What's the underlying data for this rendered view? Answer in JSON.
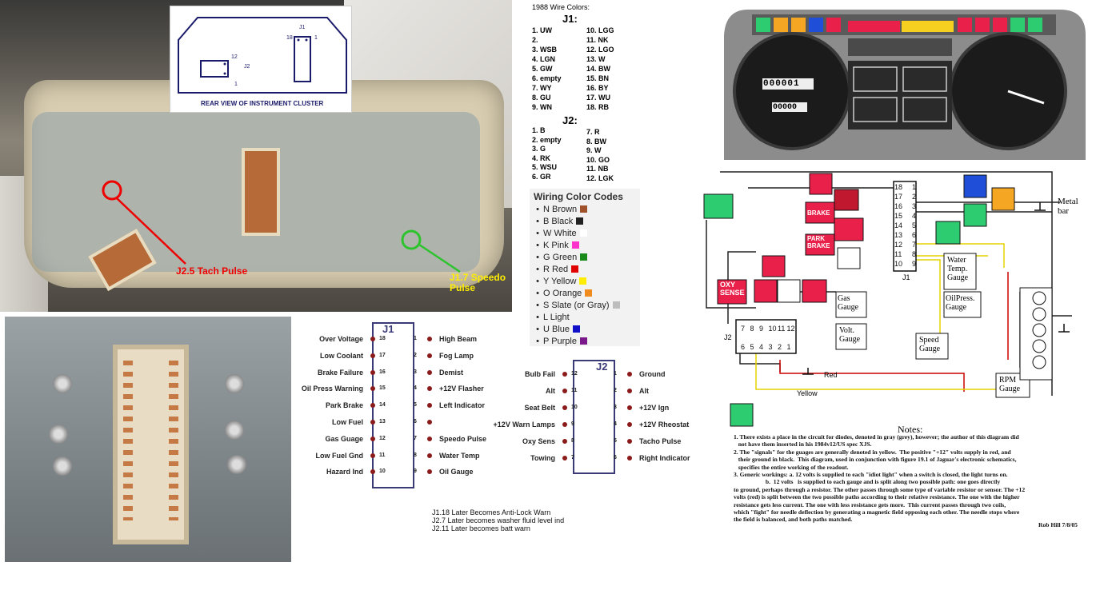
{
  "photo_labels": {
    "tach_pulse": "J2.5 Tach Pulse",
    "speedo_pulse": "J1.7 Speedo Pulse"
  },
  "cluster_inset": {
    "caption": "REAR VIEW OF INSTRUMENT CLUSTER",
    "j1_label": "J1",
    "j1_left": "18",
    "j1_right": "1",
    "j2_label": "J2",
    "j2_top": "12",
    "j2_bottom": "1"
  },
  "wire_colors": {
    "title": "1988 Wire Colors:",
    "j1_title": "J1:",
    "j1_left": [
      "1. UW",
      "2.",
      "3. WSB",
      "4. LGN",
      "5. GW",
      "6. empty",
      "7. WY",
      "8. GU",
      "9. WN"
    ],
    "j1_right": [
      "10. LGG",
      "11. NK",
      "12. LGO",
      "13. W",
      "14. BW",
      "15. BN",
      "16. BY",
      "17. WU",
      "18. RB"
    ],
    "j2_title": "J2:",
    "j2_left": [
      "1. B",
      "2. empty",
      "3. G",
      "4. RK",
      "5. WSU",
      "6. GR"
    ],
    "j2_right": [
      "7.   R",
      "8.   BW",
      "9.   W",
      "10. GO",
      "11. NB",
      "12. LGK"
    ]
  },
  "color_codes": {
    "title": "Wiring Color Codes",
    "items": [
      {
        "label": "N Brown",
        "color": "#a0522d"
      },
      {
        "label": "B Black",
        "color": "#222222"
      },
      {
        "label": "W White",
        "color": "#ffffff"
      },
      {
        "label": "K Pink",
        "color": "#ff33cc"
      },
      {
        "label": "G Green",
        "color": "#1a8a1a"
      },
      {
        "label": "R Red",
        "color": "#e00000"
      },
      {
        "label": "Y Yellow",
        "color": "#ffee00"
      },
      {
        "label": "O Orange",
        "color": "#f08c1e"
      },
      {
        "label": "S Slate (or Gray)",
        "color": "#bdbdbd"
      },
      {
        "label": "L Light",
        "color": "#f2f2f2"
      },
      {
        "label": "U Blue",
        "color": "#1010c8"
      },
      {
        "label": "P Purple",
        "color": "#7a1a8a"
      }
    ]
  },
  "j1_pinout": {
    "title": "J1",
    "left": [
      {
        "pin": "18",
        "label": "Over Voltage"
      },
      {
        "pin": "17",
        "label": "Low Coolant"
      },
      {
        "pin": "16",
        "label": "Brake Failure"
      },
      {
        "pin": "15",
        "label": "Oil Press Warning"
      },
      {
        "pin": "14",
        "label": "Park Brake"
      },
      {
        "pin": "13",
        "label": "Low Fuel"
      },
      {
        "pin": "12",
        "label": "Gas Guage"
      },
      {
        "pin": "11",
        "label": "Low Fuel Gnd"
      },
      {
        "pin": "10",
        "label": "Hazard Ind"
      }
    ],
    "right": [
      {
        "pin": "1",
        "label": "High Beam"
      },
      {
        "pin": "2",
        "label": "Fog Lamp"
      },
      {
        "pin": "3",
        "label": "Demist"
      },
      {
        "pin": "4",
        "label": "+12V Flasher"
      },
      {
        "pin": "5",
        "label": "Left Indicator"
      },
      {
        "pin": "6",
        "label": ""
      },
      {
        "pin": "7",
        "label": "Speedo Pulse"
      },
      {
        "pin": "8",
        "label": "Water Temp"
      },
      {
        "pin": "9",
        "label": "Oil Gauge"
      }
    ]
  },
  "j2_pinout": {
    "title": "J2",
    "left": [
      {
        "pin": "12",
        "label": "Bulb Fail"
      },
      {
        "pin": "11",
        "label": "Alt"
      },
      {
        "pin": "10",
        "label": "Seat Belt"
      },
      {
        "pin": "9",
        "label": "+12V Warn Lamps"
      },
      {
        "pin": "8",
        "label": "Oxy Sens"
      },
      {
        "pin": "7",
        "label": "Towing"
      }
    ],
    "right": [
      {
        "pin": "1",
        "label": "Ground"
      },
      {
        "pin": "2",
        "label": "Alt"
      },
      {
        "pin": "3",
        "label": "+12V Ign"
      },
      {
        "pin": "4",
        "label": "+12V Rheostat"
      },
      {
        "pin": "5",
        "label": "Tacho Pulse"
      },
      {
        "pin": "6",
        "label": "Right Indicator"
      }
    ]
  },
  "later_notes": [
    "J1.18 Later Becomes Anti-Lock Warn",
    "J2.7  Later becomes washer fluid level ind",
    "J2.11 Later becomes batt warn"
  ],
  "schematic": {
    "metal_bar": "Metal\nbar",
    "labels": {
      "brake": "BRAKE",
      "park_brake": "PARK\nBRAKE",
      "oxy_sense": "OXY\nSENSE",
      "gas_gauge": "Gas\nGauge",
      "volt_gauge": "Volt.\nGauge",
      "water_temp": "Water\nTemp.\nGauge",
      "oil_press": "OilPress.\nGauge",
      "speed_gauge": "Speed\nGauge",
      "rpm_gauge": "RPM\nGauge",
      "red": "Red",
      "yellow": "Yellow",
      "j1": "J1",
      "j2": "J2"
    },
    "j1_left_pins": [
      "18",
      "17",
      "16",
      "15",
      "14",
      "13",
      "12",
      "11",
      "10"
    ],
    "j1_right_pins": [
      "1",
      "2",
      "3",
      "4",
      "5",
      "6",
      "7",
      "8",
      "9"
    ],
    "j2_top_pins": [
      "7",
      "8",
      "9",
      "10",
      "11",
      "12"
    ],
    "j2_bottom_pins": [
      "6",
      "5",
      "4",
      "3",
      "2",
      "1"
    ],
    "odometer": "000001",
    "trip": "00000"
  },
  "notes": {
    "title": "Notes:",
    "lines": [
      "1. There exists a place in the circuit for diodes, denoted in gray (grey), however; the author of this diagram did",
      "   not have them inserted in his 1984v12/US spec XJS.",
      "2. The \"signals\" for the guages are generally denoted in yellow.  The positive \"+12\" volts supply in red, and",
      "   their ground in black.  This diagram, used in conjunction with figure 19.1 of Jaguar's electronic schematics,",
      "   specifies the entire working of the readout.",
      "3. Generic workings: a. 12 volts is supplied to each \"idiot light\" when a switch is closed, the light turns on.",
      "                     b.  12 volts   is supplied to each gauge and is split along two possible path: one goes directly",
      "to ground, perhaps through a resistor. The other passes through some type of variable resistor or sensor. The +12",
      "volts (red) is split between the two possible paths according to their relative resistance. The one with the higher",
      "resistance gets less current. The one with less resistance gets more.  This current passes through two coils,",
      "which \"fight\" for needle deflection by generating a magnetic field opposing each other. The needle stops where",
      "the field is balanced, and both paths matched."
    ],
    "author": "Rob Hill 7/8/05"
  }
}
